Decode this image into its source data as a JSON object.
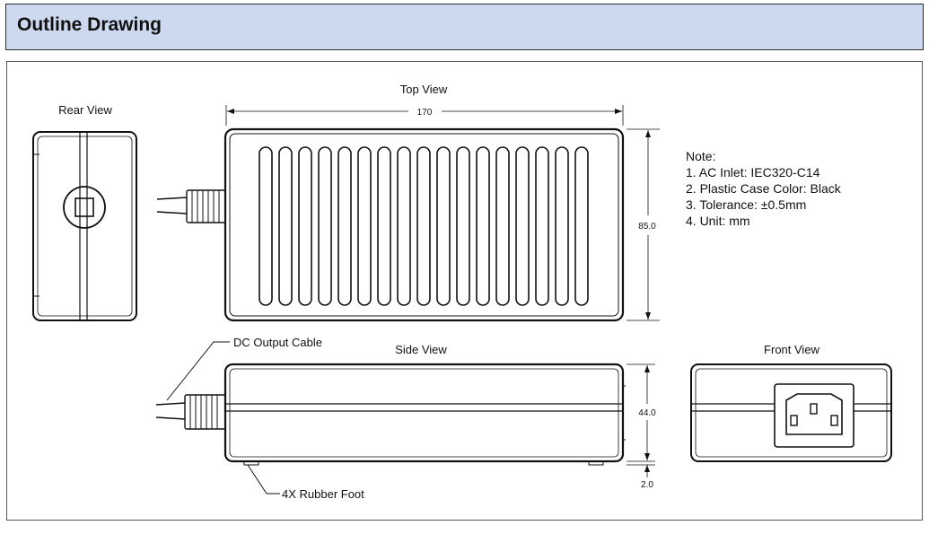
{
  "header": {
    "title": "Outline Drawing"
  },
  "views": {
    "top": "Top View",
    "rear": "Rear View",
    "side": "Side View",
    "front": "Front View"
  },
  "dimensions": {
    "length": "170",
    "width": "85.0",
    "height": "44.0",
    "foot": "2.0"
  },
  "callouts": {
    "cable": "DC Output Cable",
    "foot": "4X Rubber Foot"
  },
  "notes": {
    "heading": "Note:",
    "items": [
      "1. AC Inlet: IEC320-C14",
      "2. Plastic Case Color: Black",
      "3. Tolerance: ±0.5mm",
      "4. Unit: mm"
    ]
  }
}
